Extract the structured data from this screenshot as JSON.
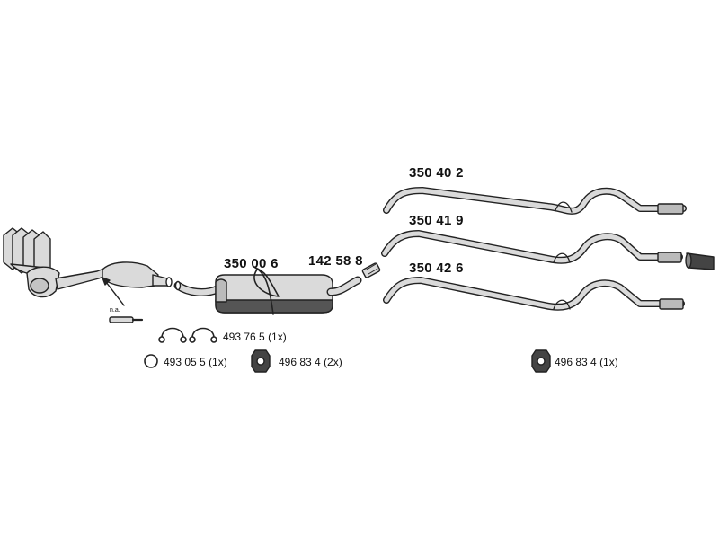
{
  "parts": {
    "main_muffler": "350 00 6",
    "connector": "142 58 8",
    "rear_pipe_1": "350 40 2",
    "rear_pipe_2": "350 41 9",
    "rear_pipe_3": "350 42 6"
  },
  "accessories": {
    "clamp": {
      "number": "493 76 5",
      "qty": "(1x)"
    },
    "seal_ring": {
      "number": "493 05 5",
      "qty": "(1x)"
    },
    "rubber_mount_front": {
      "number": "496 83 4",
      "qty": "(2x)"
    },
    "rubber_mount_rear": {
      "number": "496 83 4",
      "qty": "(1x)"
    }
  },
  "notes": {
    "sensor_label": "n.a."
  },
  "colors": {
    "line": "#222222",
    "fill": "#d9d9d9",
    "dark": "#333333"
  }
}
